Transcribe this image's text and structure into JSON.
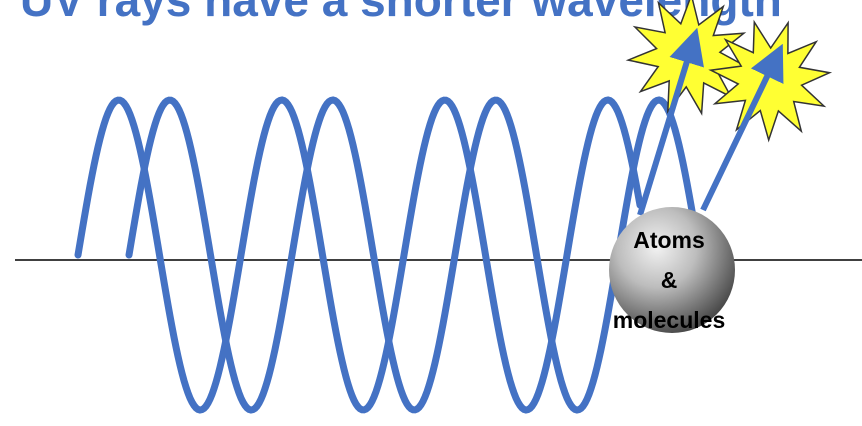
{
  "title": "UV rays have a shorter wavelength",
  "atom_label": {
    "line1": "Atoms",
    "line2": "&",
    "line3": "molecules"
  },
  "colors": {
    "wave": "#4472C4",
    "title": "#4472C4",
    "starburst_fill": "#FFFF33",
    "starburst_stroke": "#333333",
    "axis": "#000000",
    "sphere_light": "#F2F2F2",
    "sphere_dark": "#4A4A4A"
  }
}
